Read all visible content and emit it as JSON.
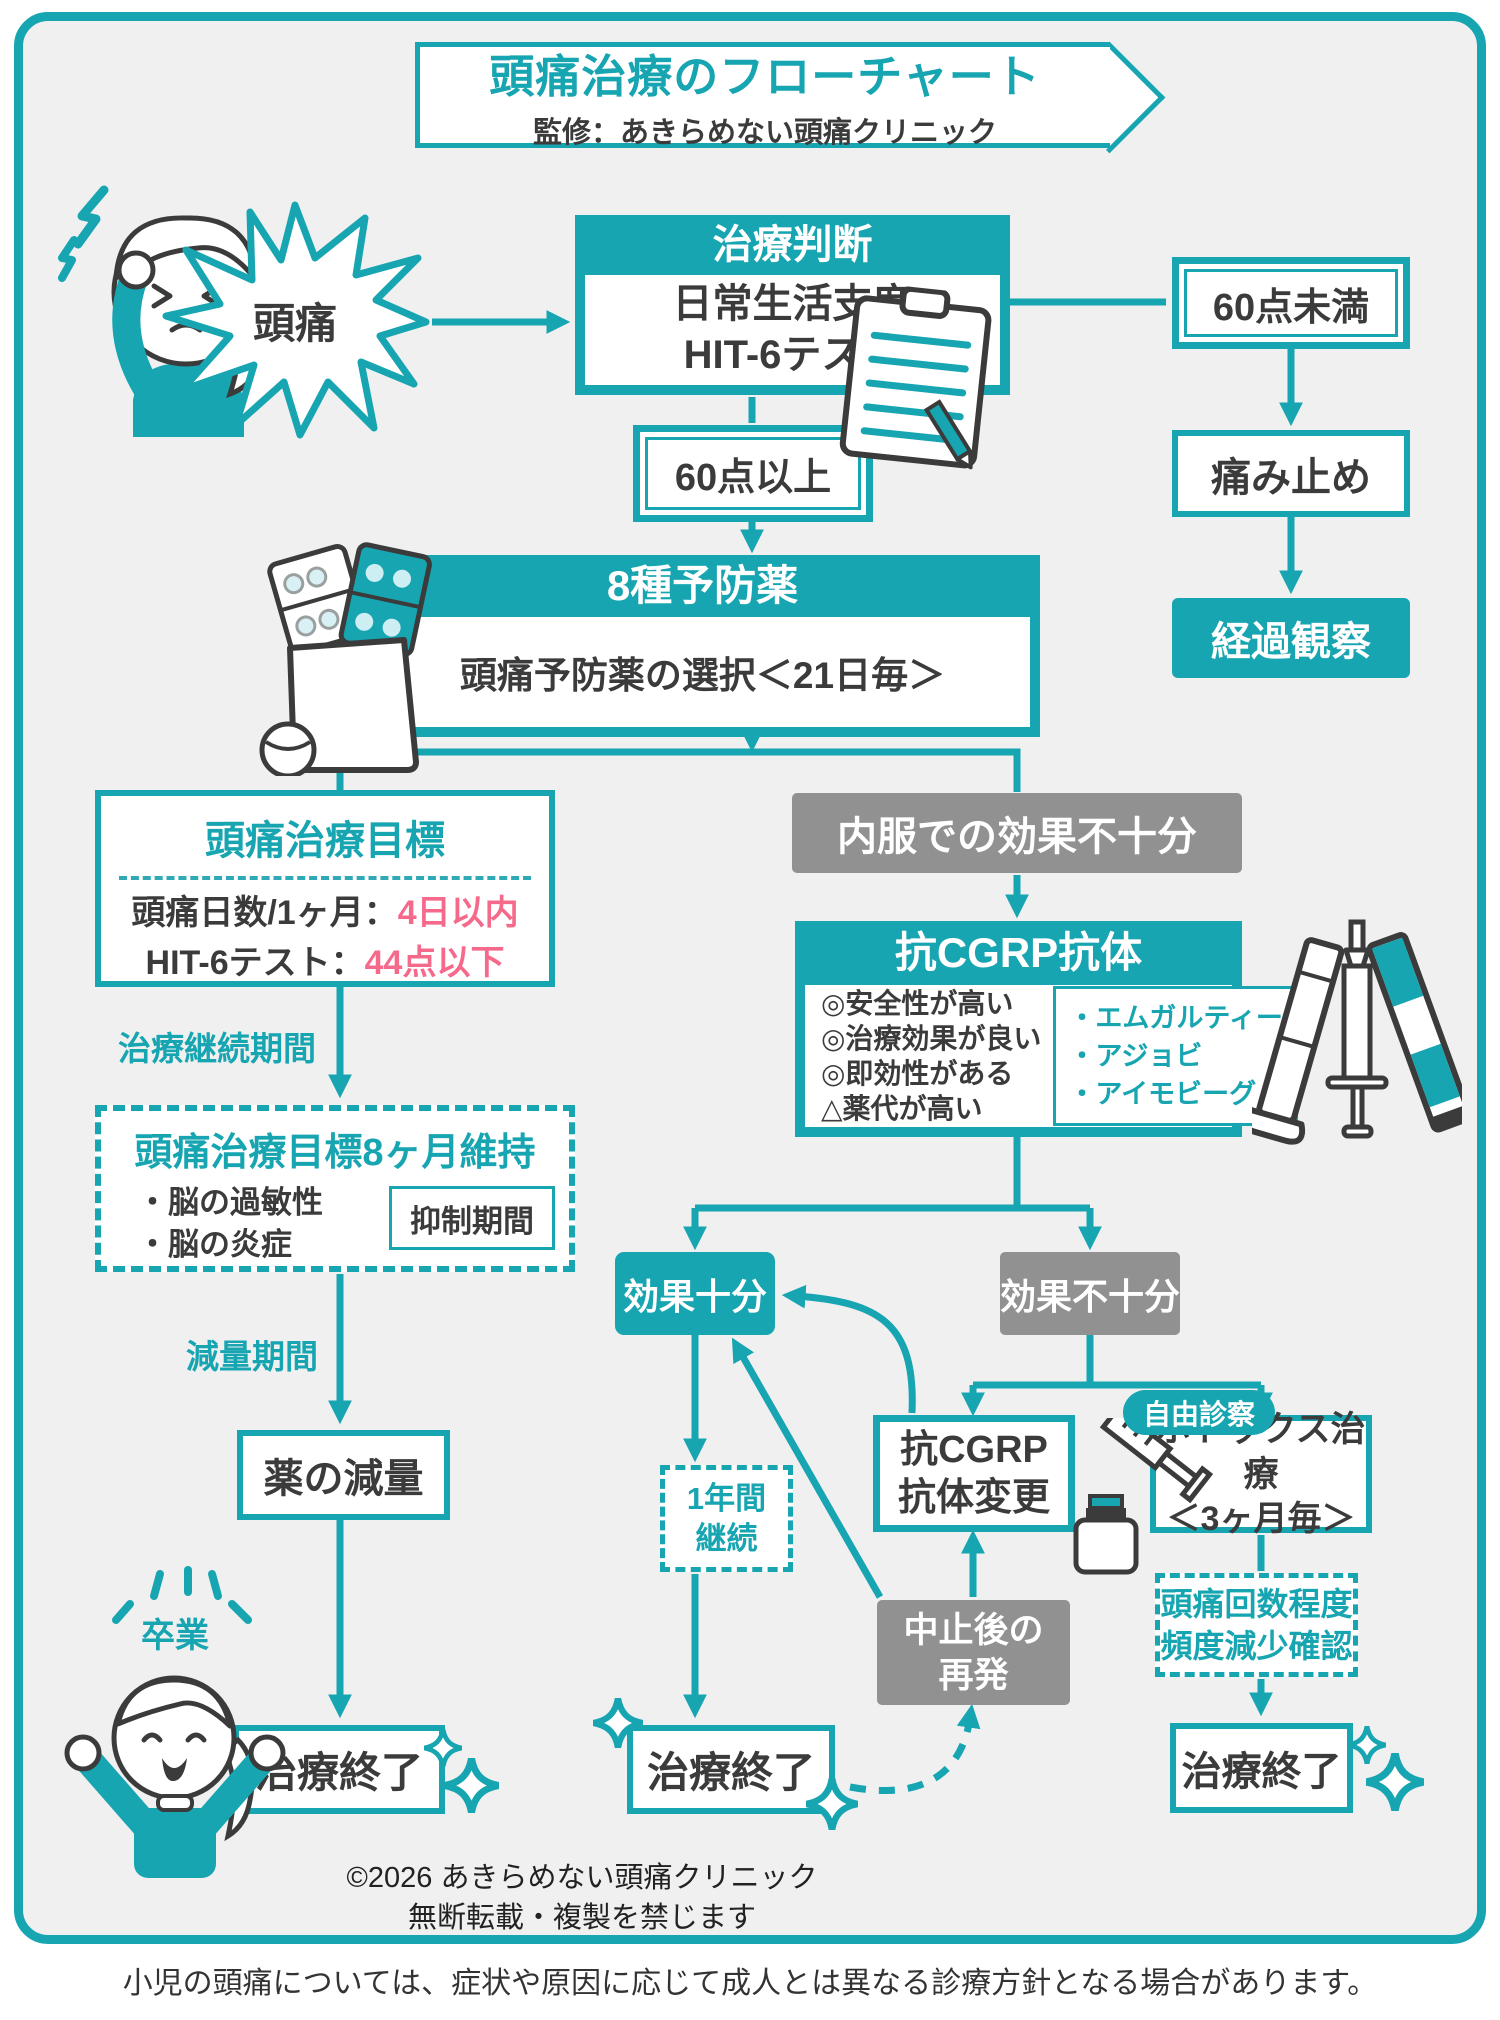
{
  "colors": {
    "teal": "#17a5b1",
    "gray": "#919191",
    "pink": "#f5698b",
    "dark_text": "#3b3b3b",
    "panel_bg": "#f0f0f1",
    "white": "#ffffff"
  },
  "title": {
    "main": "頭痛治療のフローチャート",
    "supervision": "監修：あきらめない頭痛クリニック"
  },
  "start": {
    "burst": "頭痛"
  },
  "boxes": {
    "shindan": {
      "header": "治療判断",
      "line1": "日常生活支度",
      "line2": "HIT-6テスト"
    },
    "under60": {
      "label": "60点未満"
    },
    "painkiller": {
      "label": "痛み止め"
    },
    "observe": {
      "label": "経過観察"
    },
    "over60": {
      "label": "60点以上"
    },
    "preventive": {
      "header": "8種予防薬",
      "body": "頭痛予防薬の選択＜21日毎＞"
    },
    "goal": {
      "header": "頭痛治療目標",
      "rows": [
        {
          "label": "頭痛日数/1ヶ月：",
          "value": "4日以内"
        },
        {
          "label": "HIT-6テスト：",
          "value": "44点以下"
        }
      ]
    },
    "oral_insufficient": {
      "label": "内服での効果不十分"
    },
    "cgrp": {
      "header": "抗CGRP抗体",
      "points": [
        "◎安全性が高い",
        "◎治療効果が良い",
        "◎即効性がある",
        "△薬代が高い"
      ],
      "drugs": [
        "・エムガルティー",
        "・アジョビ",
        "・アイモビーグ"
      ]
    },
    "maintain": {
      "header": "頭痛治療目標8ヶ月維持",
      "bullets": [
        "・脳の過敏性",
        "・脳の炎症"
      ],
      "note": "抑制期間"
    },
    "reduce": {
      "label": "薬の減量"
    },
    "end_left": {
      "label": "治療終了"
    },
    "effective": {
      "label": "効果十分"
    },
    "ineffective": {
      "label": "効果不十分"
    },
    "one_year": {
      "line1": "1年間",
      "line2": "継続"
    },
    "switch_cgrp": {
      "line1": "抗CGRP",
      "line2": "抗体変更"
    },
    "botox": {
      "badge": "自由診察",
      "line1": "ボトックス治療",
      "line2": "＜3ヶ月毎＞"
    },
    "relapse": {
      "line1": "中止後の",
      "line2": "再発"
    },
    "check": {
      "line1": "頭痛回数程度",
      "line2": "頻度減少確認"
    },
    "end_mid": {
      "label": "治療終了"
    },
    "end_right": {
      "label": "治療終了"
    }
  },
  "labels": {
    "continuation": "治療継続期間",
    "reduction": "減量期間",
    "graduation": "卒業"
  },
  "footer": {
    "copyright_line1": "©2026 あきらめない頭痛クリニック",
    "copyright_line2": "無断転載・複製を禁じます",
    "note": "小児の頭痛については、症状や原因に応じて成人とは異なる診療方針となる場合があります。"
  },
  "icons": {
    "headache_woman": "woman holding head with lightning bolts",
    "clipboard_pencil": "clipboard with pencil",
    "medicine_bag": "medicine bag with blister packs and tablet",
    "injector_pens": "three injection pens / syringe",
    "syringe_vial": "syringe and vial",
    "happy_person": "person with raised arms",
    "sparkle": "four-point sparkle diamond"
  }
}
